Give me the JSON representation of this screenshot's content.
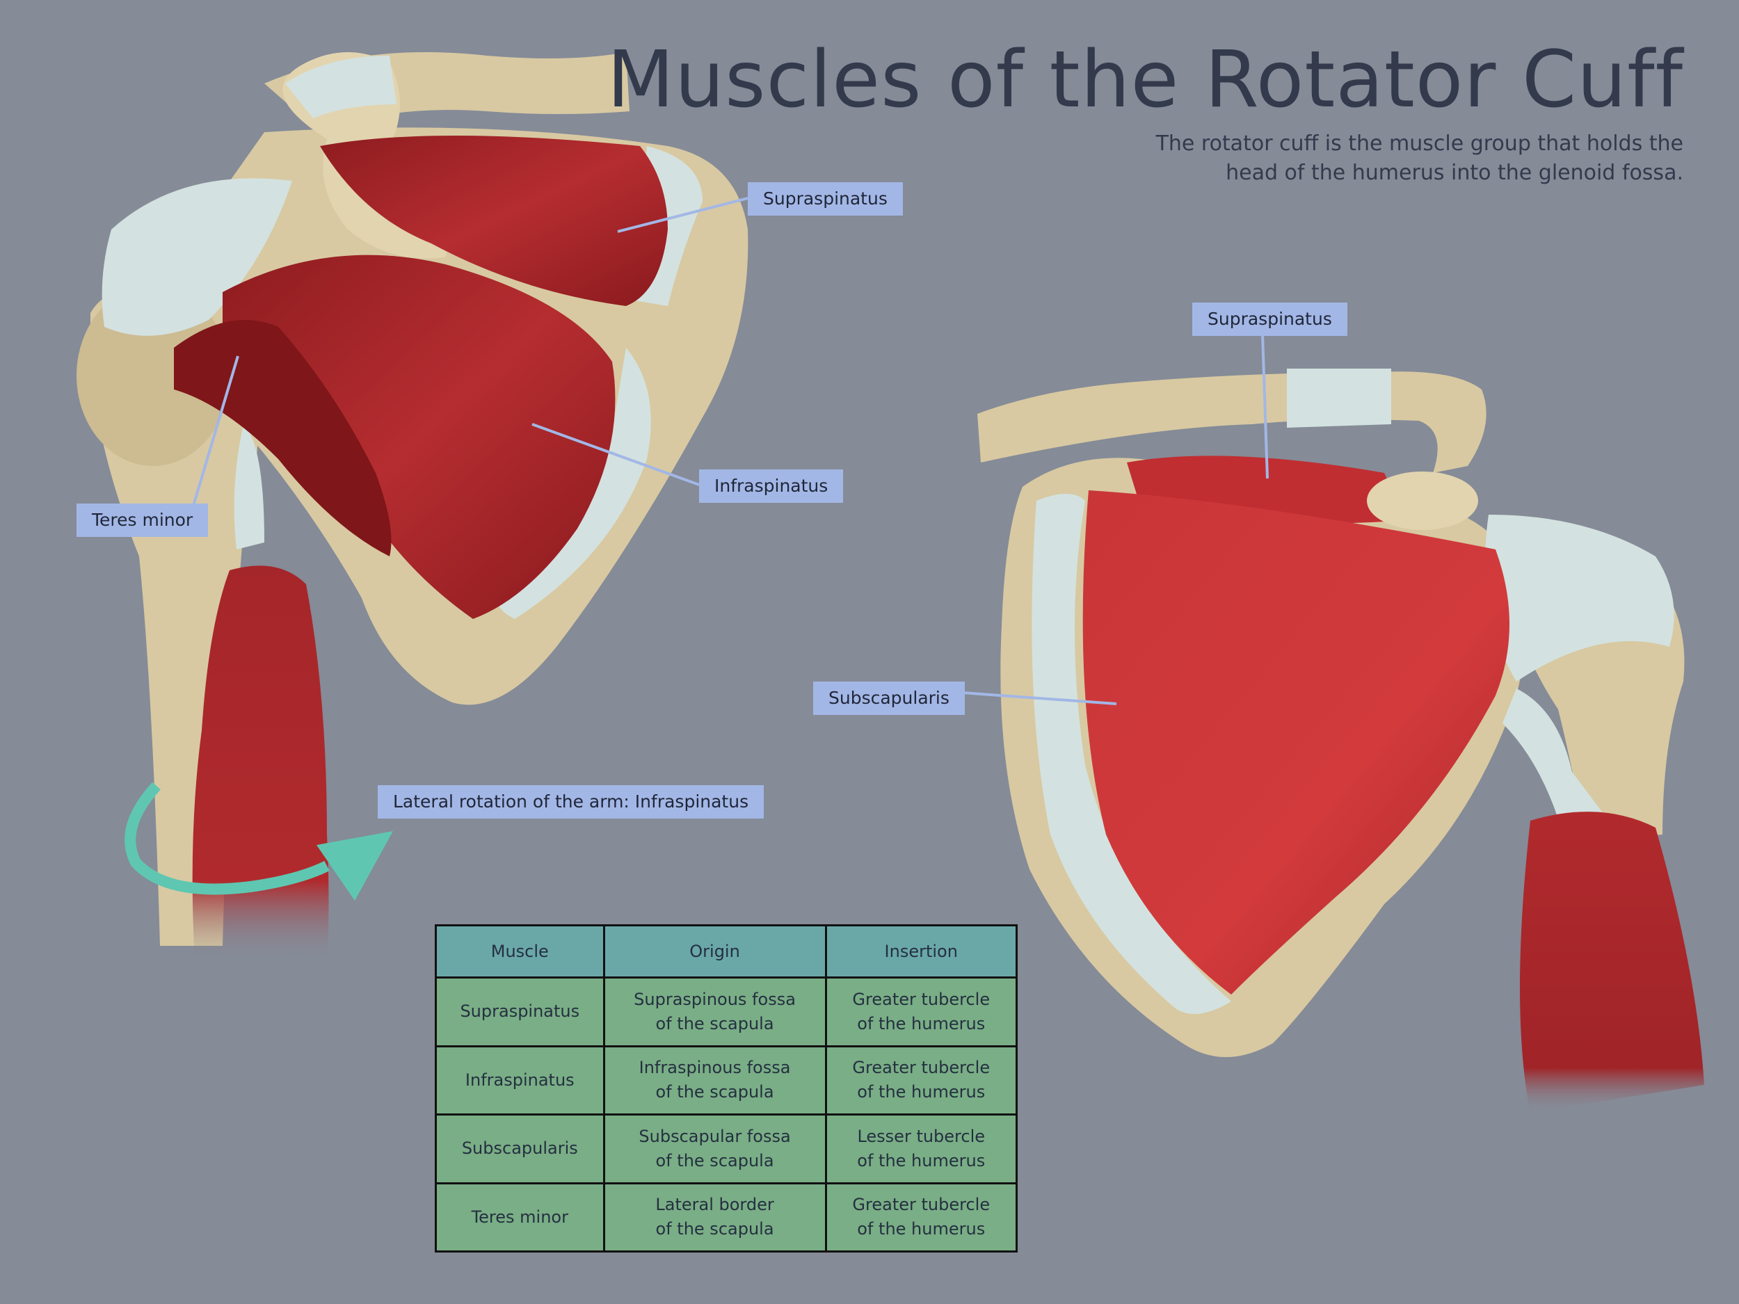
{
  "title": "Muscles of the Rotator Cuff",
  "subtitle": {
    "line1": "The rotator cuff is the muscle group that holds the",
    "line2": "head of the humerus into the glenoid fossa."
  },
  "posterior_view_labels": {
    "supraspinatus": "Supraspinatus",
    "infraspinatus": "Infraspinatus",
    "teres_minor": "Teres minor",
    "lateral_rotation": "Lateral rotation of the arm: Infraspinatus"
  },
  "anterior_view_labels": {
    "supraspinatus": "Supraspinatus",
    "subscapularis": "Subscapularis"
  },
  "table": {
    "headers": [
      "Muscle",
      "Origin",
      "Insertion"
    ],
    "rows": [
      {
        "muscle": "Supraspinatus",
        "origin": [
          "Supraspinous fossa",
          "of the scapula"
        ],
        "insertion": [
          "Greater tubercle",
          "of the humerus"
        ]
      },
      {
        "muscle": "Infraspinatus",
        "origin": [
          "Infraspinous fossa",
          "of the scapula"
        ],
        "insertion": [
          "Greater tubercle",
          "of the humerus"
        ]
      },
      {
        "muscle": "Subscapularis",
        "origin": [
          "Subscapular fossa",
          "of the scapula"
        ],
        "insertion": [
          "Lesser tubercle",
          "of the humerus"
        ]
      },
      {
        "muscle": "Teres minor",
        "origin": [
          "Lateral border",
          "of the scapula"
        ],
        "insertion": [
          "Greater tubercle",
          "of the humerus"
        ]
      }
    ]
  },
  "colors": {
    "background": "#858b97",
    "bone": "#d8c9a2",
    "tendon": "#d3e2e0",
    "muscle": "#b42a2c",
    "label": "#a3b7e6",
    "arrow": "#5fc7b1",
    "table_header": "#6aa8a8",
    "table_body": "#7aae86"
  }
}
